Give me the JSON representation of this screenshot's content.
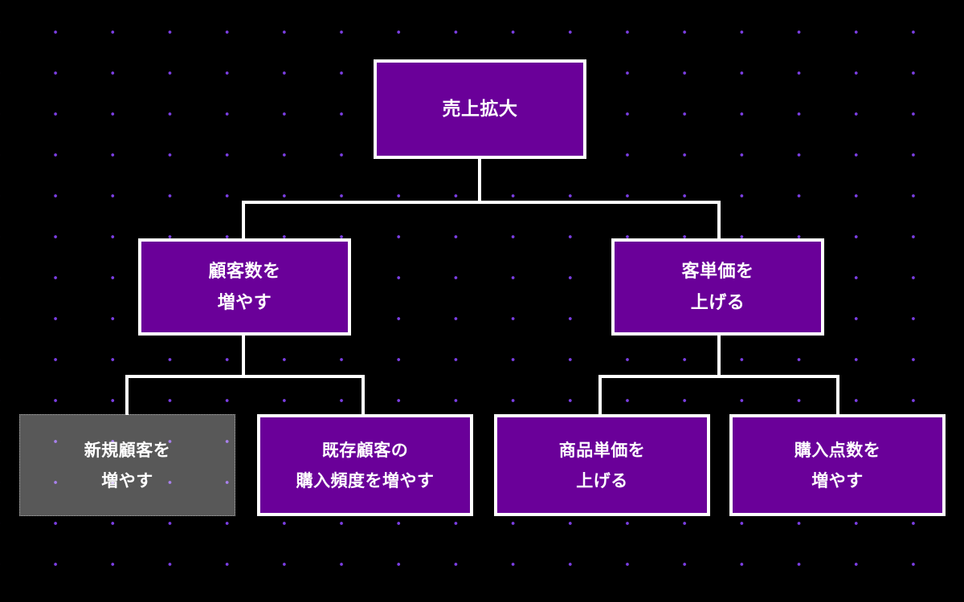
{
  "diagram": {
    "type": "logic-tree",
    "background_color": "#000000",
    "dot_color": "#7b3ee3",
    "node_fill": "#6a0099",
    "node_border": "#ffffff",
    "connector_color": "#ffffff",
    "muted_fill": "#595959",
    "text_color": "#ffffff"
  },
  "nodes": {
    "root": {
      "lines": [
        "売上拡大"
      ],
      "state": "normal"
    },
    "branch_left": {
      "lines": [
        "顧客数を",
        "増やす"
      ],
      "state": "normal"
    },
    "branch_right": {
      "lines": [
        "客単価を",
        "上げる"
      ],
      "state": "normal"
    },
    "leaf_1": {
      "lines": [
        "新規顧客を",
        "増やす"
      ],
      "state": "muted"
    },
    "leaf_2": {
      "lines": [
        "既存顧客の",
        "購入頻度を増やす"
      ],
      "state": "normal"
    },
    "leaf_3": {
      "lines": [
        "商品単価を",
        "上げる"
      ],
      "state": "normal"
    },
    "leaf_4": {
      "lines": [
        "購入点数を",
        "増やす"
      ],
      "state": "normal"
    }
  }
}
